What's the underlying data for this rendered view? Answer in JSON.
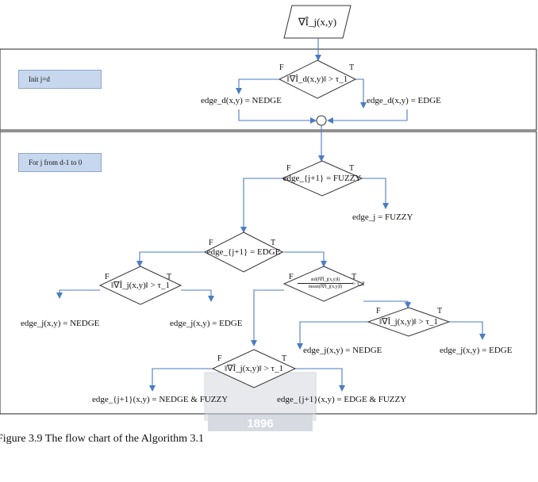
{
  "start": {
    "text": "∇Î_j(x,y)"
  },
  "panels": {
    "init": {
      "tag": "Init j=d"
    },
    "loop": {
      "tag": "For j from d-1 to 0"
    }
  },
  "branch": {
    "false": "F",
    "true": "T"
  },
  "init": {
    "condition": "‖∇Î_d(x,y)‖ > τ_1",
    "false_result": "edge_d(x,y) = NEDGE",
    "true_result": "edge_d(x,y) = EDGE"
  },
  "loop": {
    "cond_fuzzy": "edge_{j+1} = FUZZY",
    "result_fuzzy": "edge_j = FUZZY",
    "cond_edge": "edge_{j+1} = EDGE",
    "cond_grad_left": "‖∇Î_j(x,y)‖ > τ_1",
    "left_false": "edge_j(x,y) = NEDGE",
    "left_true": "edge_j(x,y) = EDGE",
    "cond_ratio_num": "std(‖∇Î_j(x,y)‖)",
    "cond_ratio_den": "mean(‖∇Î_j(x,y)‖)",
    "cond_ratio_rhs": "> τ_2",
    "cond_grad_right": "‖∇Î_j(x,y)‖ > τ_1",
    "right_false": "edge_j(x,y) = NEDGE",
    "right_true": "edge_j(x,y) = EDGE",
    "cond_grad_bottom": "‖∇Î_j(x,y)‖ > τ_1",
    "bottom_false": "edge_{j+1}(x,y) = NEDGE & FUZZY",
    "bottom_true": "edge_{j+1}(x,y) = EDGE & FUZZY"
  },
  "caption": "Figure 3.9 The flow chart of the Algorithm 3.1",
  "watermark": {
    "text": "1896"
  },
  "colors": {
    "arrow": "#4a7cc4",
    "diamond_stroke": "#333333",
    "tag_fill": "#c7d7ee",
    "watermark": "#b8bcc8"
  }
}
